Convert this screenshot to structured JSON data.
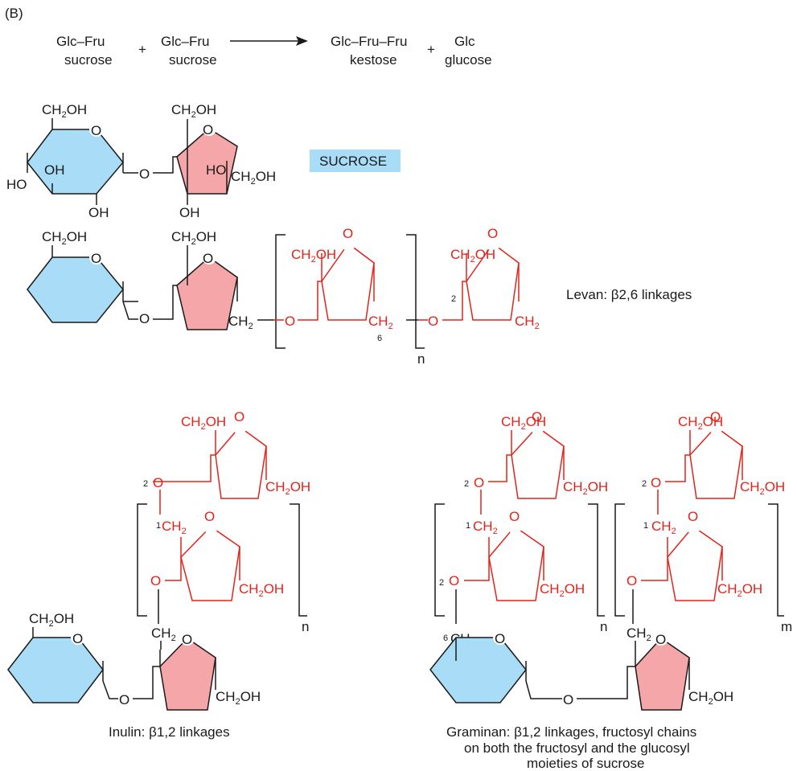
{
  "panel_label": "(B)",
  "reaction": {
    "reactant1_formula": "Glc–Fru",
    "reactant1_name": "sucrose",
    "plus1": "+",
    "reactant2_formula": "Glc–Fru",
    "reactant2_name": "sucrose",
    "product1_formula": "Glc–Fru–Fru",
    "product1_name": "kestose",
    "plus2": "+",
    "product2_formula": "Glc",
    "product2_name": "glucose"
  },
  "sucrose_label": "SUCROSE",
  "atoms": {
    "ch2oh_main": "CH",
    "sub2": "2",
    "oh": "OH",
    "o": "O",
    "ho": "HO",
    "ch2": "CH"
  },
  "levan": {
    "caption": "Levan: β2,6 linkages",
    "repeat_subscript": "n",
    "pos_6": "6",
    "pos_2": "2"
  },
  "inulin": {
    "caption": "Inulin: β1,2 linkages",
    "repeat_subscript": "n",
    "pos_1": "1",
    "pos_2": "2"
  },
  "graminan": {
    "caption_line1": "Graminan: β1,2 linkages, fructosyl chains",
    "caption_line2": "on both the fructosyl and the glucosyl",
    "caption_line3": "moieties of sucrose",
    "repeat_subscript_n": "n",
    "repeat_subscript_m": "m",
    "pos_1": "1",
    "pos_2": "2",
    "pos_6": "6"
  },
  "colors": {
    "glucose_ring": "#a9dcf6",
    "fructose_ring": "#f4a6a9",
    "chain_red": "#e2231a",
    "sucrose_badge": "#a9dcf6"
  }
}
